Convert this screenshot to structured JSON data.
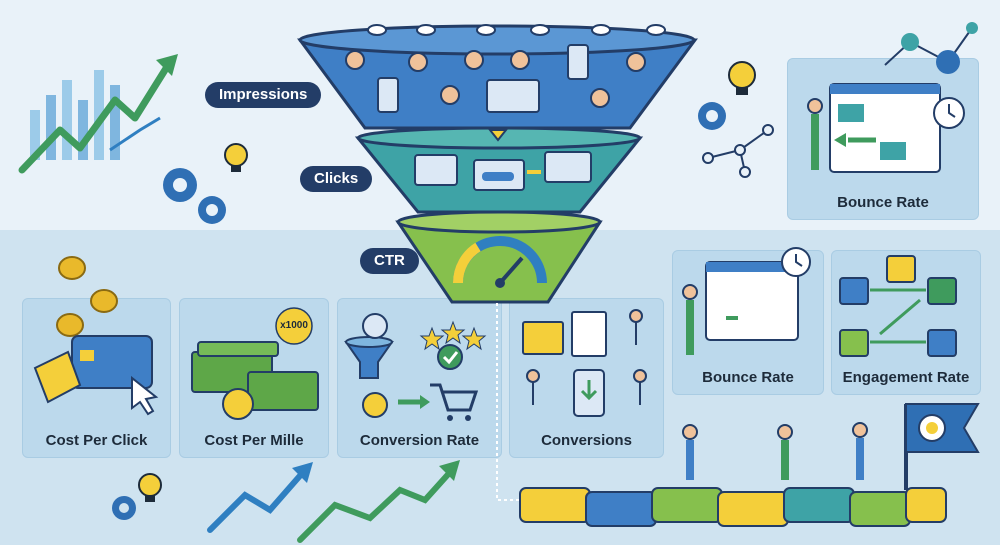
{
  "funnel": {
    "stages": [
      {
        "id": "impressions",
        "label": "Impressions"
      },
      {
        "id": "clicks",
        "label": "Clicks"
      },
      {
        "id": "ctr",
        "label": "CTR"
      }
    ]
  },
  "metric_cards": {
    "cost_per_click": {
      "label": "Cost Per Click"
    },
    "cost_per_mille": {
      "label": "Cost Per Mille",
      "badge": "x1000"
    },
    "conversion_rate": {
      "label": "Conversion Rate"
    },
    "conversions": {
      "label": "Conversions"
    },
    "bounce_rate_small": {
      "label": "Bounce Rate"
    },
    "engagement_rate": {
      "label": "Engagement Rate"
    },
    "bounce_rate_top": {
      "label": "Bounce Rate"
    }
  },
  "colors": {
    "navy": "#233d67",
    "funnel_blue": "#3f7fc6",
    "funnel_teal": "#3ea3a6",
    "funnel_green": "#86c04d",
    "accent_yellow": "#f4cf3a",
    "accent_green": "#3f9b5d",
    "panel_bg": "#bcd9ec"
  },
  "icons": [
    "eye-icon",
    "lightbulb-icon",
    "gear-icon",
    "coin-icon",
    "credit-card-icon",
    "price-tag-icon",
    "cursor-icon",
    "cash-stack-icon",
    "funnel-icon",
    "shopping-cart-icon",
    "checkmark-icon",
    "star-icon",
    "gift-icon",
    "document-icon",
    "phone-download-icon",
    "stopwatch-icon",
    "heart-icon",
    "like-icon",
    "share-icon",
    "chat-icon",
    "people-icon",
    "flag-target-icon",
    "puzzle-icon",
    "gauge-icon"
  ]
}
